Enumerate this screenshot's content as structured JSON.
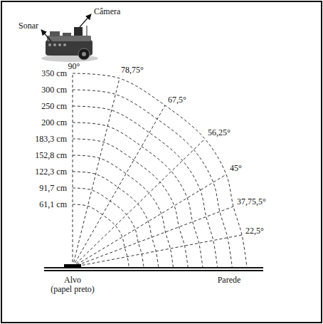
{
  "diagram": {
    "labels": [
      "Câmera",
      "Sonar",
      "90°",
      "78,75°",
      "67,5°",
      "56,25°",
      "45°",
      "37,75,5°",
      "22,5°",
      "350 cm",
      "300 cm",
      "250 cm",
      "200 cm",
      "183,3 cm",
      "152,8 cm",
      "122,3 cm",
      "91,7 cm",
      "61,1 cm",
      "Alvo",
      "(papel preto)",
      "Parede"
    ]
  }
}
